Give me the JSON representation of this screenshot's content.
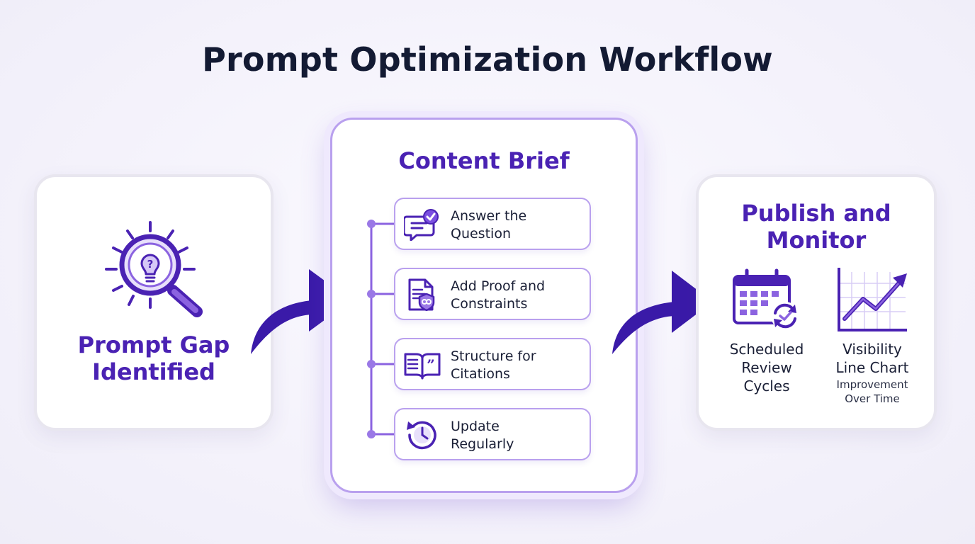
{
  "title": "Prompt Optimization Workflow",
  "left_card": {
    "title": "Prompt Gap\nIdentified",
    "icon": "magnifier-lightbulb-question-icon"
  },
  "center_card": {
    "title": "Content Brief",
    "items": [
      {
        "label": "Answer the\nQuestion",
        "icon": "chat-check-icon"
      },
      {
        "label": "Add Proof and\nConstraints",
        "icon": "document-shield-link-icon"
      },
      {
        "label": "Structure for\nCitations",
        "icon": "open-book-quote-icon"
      },
      {
        "label": "Update\nRegularly",
        "icon": "clock-refresh-icon"
      }
    ]
  },
  "right_card": {
    "title": "Publish and\nMonitor",
    "items": [
      {
        "label": "Scheduled\nReview\nCycles",
        "icon": "calendar-refresh-icon"
      },
      {
        "label": "Visibility\nLine Chart",
        "sublabel": "Improvement\nOver Time",
        "icon": "trend-line-chart-icon"
      }
    ]
  },
  "colors": {
    "primary": "#4a22b3",
    "accent": "#8b63e0",
    "light": "#e8e0fb",
    "text": "#131a33"
  }
}
